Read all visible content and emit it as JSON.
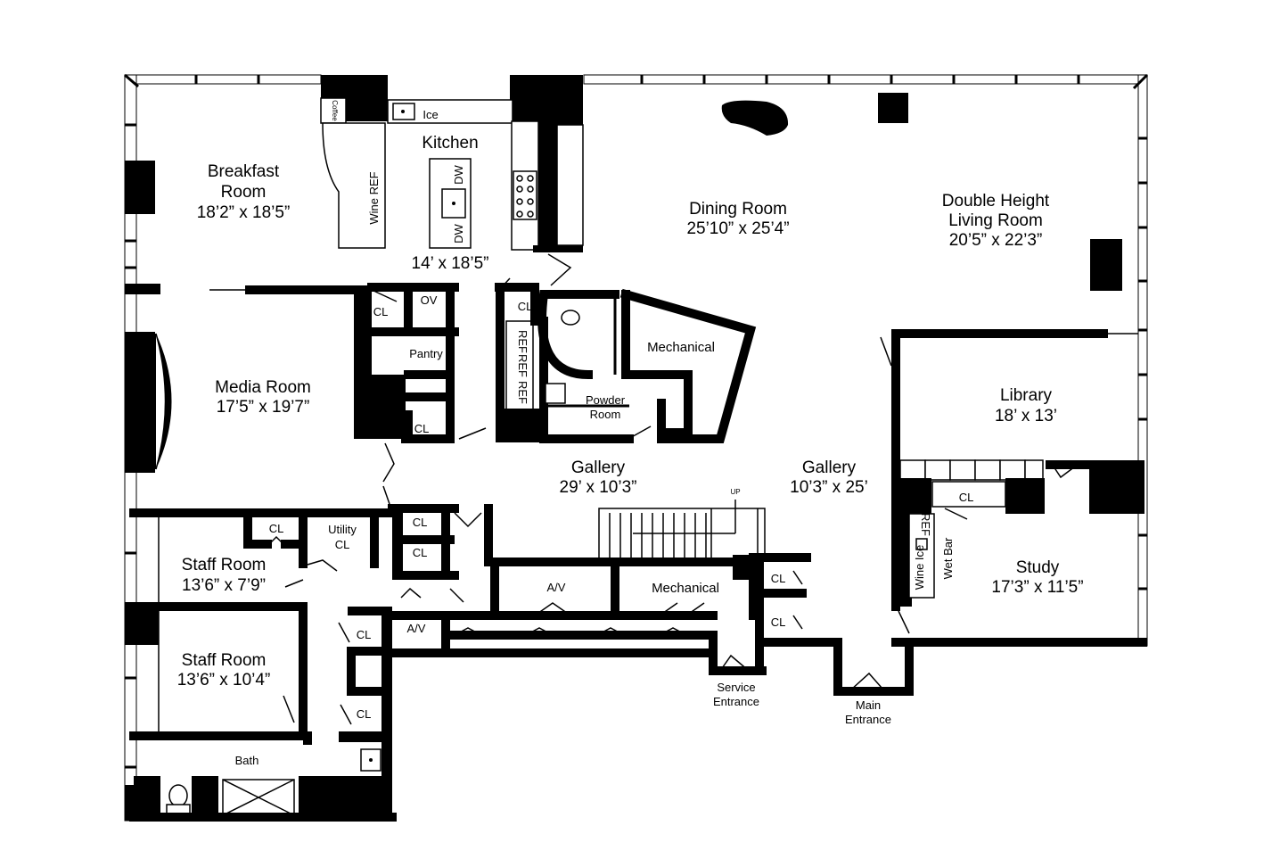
{
  "rooms": {
    "breakfast": {
      "name1": "Breakfast",
      "name2": "Room",
      "dim": "18’2” x 18’5”"
    },
    "kitchen": {
      "name": "Kitchen",
      "dim": "14’ x 18’5”"
    },
    "dining": {
      "name": "Dining Room",
      "dim": "25’10” x 25’4”"
    },
    "living": {
      "name1": "Double Height",
      "name2": "Living Room",
      "dim": "20’5” x 22’3”"
    },
    "media": {
      "name": "Media Room",
      "dim": "17’5” x 19’7”"
    },
    "library": {
      "name": "Library",
      "dim": "18’ x 13’"
    },
    "gallery_main": {
      "name": "Gallery",
      "dim": "29’ x 10’3”"
    },
    "gallery_side": {
      "name": "Gallery",
      "dim": "10’3” x 25’"
    },
    "study": {
      "name": "Study",
      "dim": "17’3” x 11’5”"
    },
    "staff1": {
      "name": "Staff Room",
      "dim": "13’6” x 7’9”"
    },
    "staff2": {
      "name": "Staff Room",
      "dim": "13’6” x 10’4”"
    },
    "bath": {
      "name": "Bath"
    },
    "mechanical_top": {
      "name": "Mechanical"
    },
    "mechanical_bottom": {
      "name": "Mechanical"
    },
    "powder": {
      "name1": "Powder",
      "name2": "Room"
    },
    "pantry": {
      "name": "Pantry"
    },
    "utility": {
      "name1": "Utility",
      "name2": "CL"
    },
    "av1": {
      "name": "A/V"
    },
    "av2": {
      "name": "A/V"
    }
  },
  "fixtures": {
    "coffee": "Coffee",
    "ice": "Ice",
    "wine_ref": "Wine REF",
    "dw_top": "DW",
    "dw_bottom": "DW",
    "ov": "OV",
    "ref": "REF",
    "wine_ice": "Wine Ice",
    "wet_bar": "Wet Bar",
    "bar_ref": "REF",
    "stair_up": "UP"
  },
  "closets": {
    "label": "CL"
  },
  "entrances": {
    "service1": "Service",
    "service2": "Entrance",
    "main1": "Main",
    "main2": "Entrance"
  }
}
